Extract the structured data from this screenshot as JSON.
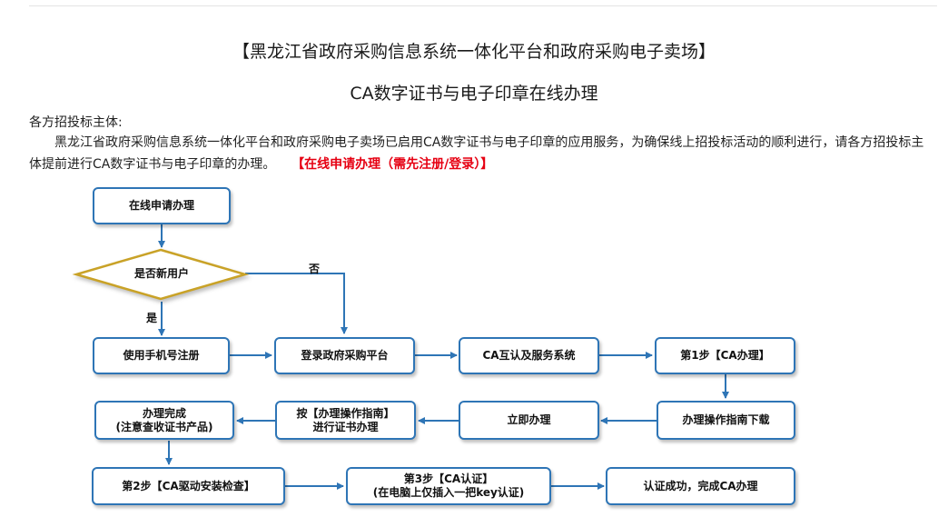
{
  "header": {
    "title": "【黑龙江省政府采购信息系统一体化平台和政府采购电子卖场】",
    "subtitle": "CA数字证书与电子印章在线办理"
  },
  "intro": {
    "salutation": "各方招投标主体:",
    "body": "黑龙江省政府采购信息系统一体化平台和政府采购电子卖场已启用CA数字证书与电子印章的应用服务，为确保线上招投标活动的顺利进行，请各方招投标主体提前进行CA数字证书与电子印章的办理。",
    "link": "【在线申请办理（需先注册/登录）】",
    "link_color": "#e60012"
  },
  "flowchart": {
    "border_color": "#2e75b6",
    "diamond_color": "#c9a227",
    "start": "在线申请办理",
    "decision": "是否新用户",
    "yes_label": "是",
    "no_label": "否",
    "register_phone": "使用手机号注册",
    "login_platform": "登录政府采购平台",
    "ca_system": "CA互认及服务系统",
    "step1": "第1步【CA办理】",
    "guide_download": "办理操作指南下载",
    "apply_now": "立即办理",
    "process_cert_line1": "按【办理操作指南】",
    "process_cert_line2": "进行证书办理",
    "done_line1": "办理完成",
    "done_line2": "(注意查收证书产品)",
    "step2": "第2步【CA驱动安装检查】",
    "step3_line1": "第3步【CA认证】",
    "step3_line2": "(在电脑上仅插入一把key认证)",
    "success": "认证成功，完成CA办理"
  }
}
